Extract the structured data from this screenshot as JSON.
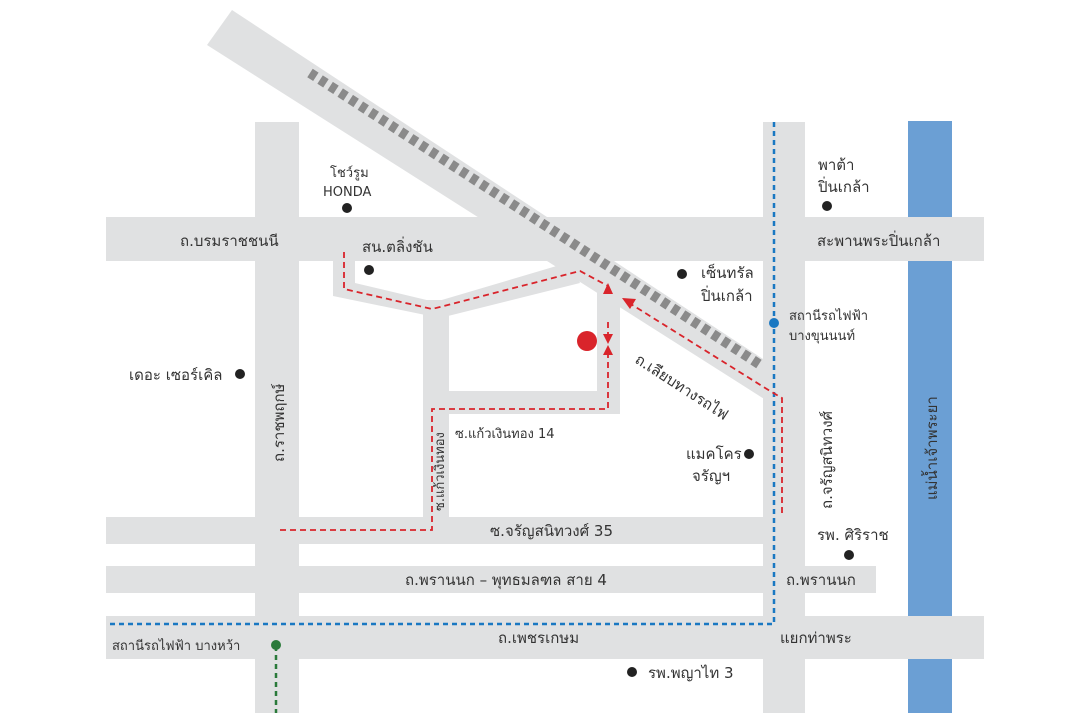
{
  "colors": {
    "road": "#e0e1e2",
    "river": "#6b9fd4",
    "railway": "#8a8a8a",
    "route": "#d9242b",
    "destination": "#d9242b",
    "btsLine": "#1a78c2",
    "mrtLine": "#2a7a3a",
    "landmarkDot": "#222222"
  },
  "roads": {
    "borommaratchachonnani": "ถ.บรมราชชนนี",
    "pinklaoBridge": "สะพานพระปิ่นเกล้า",
    "ratchaphruek": "ถ.ราชพฤกษ์",
    "lianThangRotfai": "ถ.เลียบทางรถไฟ",
    "charansanitwong": "ถ.จรัญสนิทวงศ์",
    "soiKaewNgoenThong": "ซ.แก้วเงินทอง",
    "soiKaewNgoenThong14": "ซ.แก้วเงินทอง 14",
    "soiCharansanitwong35": "ซ.จรัญสนิทวงศ์ 35",
    "phrannok": "ถ.พรานนก – พุทธมลฑล สาย 4",
    "phrannokShort": "ถ.พรานนก",
    "phetkasem": "ถ.เพชรเกษม",
    "thaPhraJunction": "แยกท่าพระ"
  },
  "river": {
    "name": "แม่น้ำเจ้าพระยา"
  },
  "landmarks": {
    "hondaShowroom": {
      "line1": "โชว์รูม",
      "line2": "HONDA"
    },
    "talingChan": "สน.ตลิ่งชัน",
    "centralPinklao": {
      "line1": "เซ็นทรัล",
      "line2": "ปิ่นเกล้า"
    },
    "pataPinklao": {
      "line1": "พาต้า",
      "line2": "ปิ่นเกล้า"
    },
    "theCircle": "เดอะ เซอร์เคิล",
    "makroCharan": {
      "line1": "แมคโคร",
      "line2": "จรัญฯ"
    },
    "sirirajHospital": "รพ. ศิริราช",
    "phyathai3": "รพ.พญาไท 3"
  },
  "stations": {
    "bangKhunNon": {
      "line1": "สถานีรถไฟฟ้า",
      "line2": "บางขุนนนท์"
    },
    "bangWa": "สถานีรถไฟฟ้า บางหว้า"
  }
}
